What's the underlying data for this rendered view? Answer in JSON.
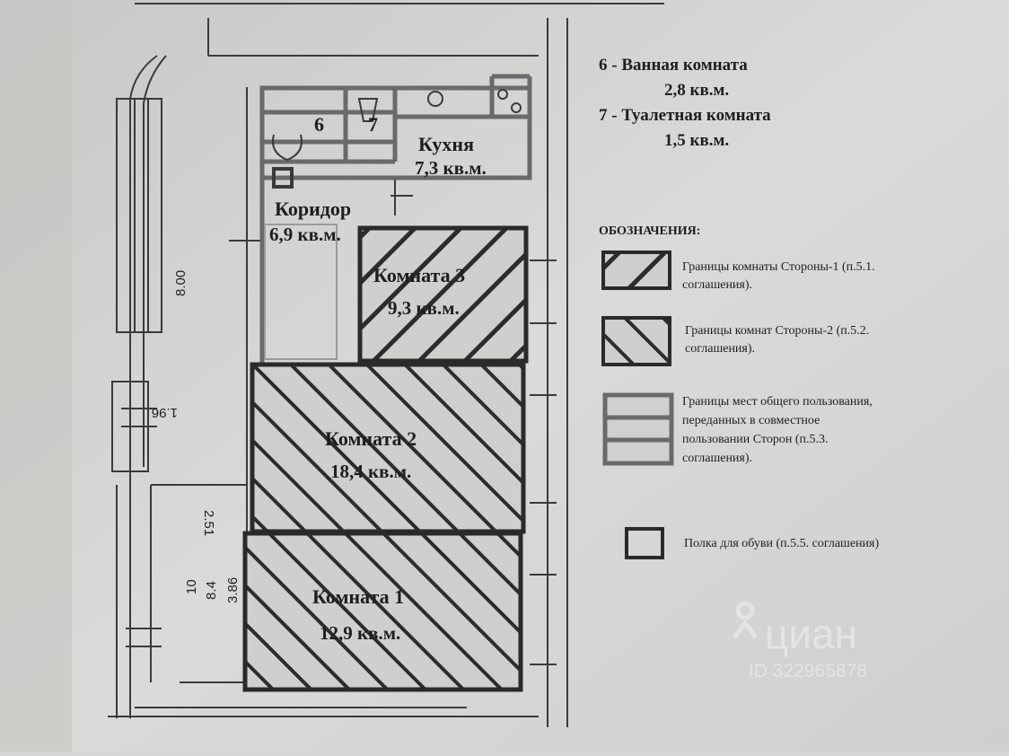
{
  "side_notes": {
    "bath": "6 - Ванная комната",
    "bath_area": "2,8 кв.м.",
    "toilet": "7 - Туалетная комната",
    "toilet_area": "1,5 кв.м."
  },
  "rooms": {
    "bath_num": "6",
    "toilet_num": "7",
    "kitchen": "Кухня",
    "kitchen_area": "7,3 кв.м.",
    "corridor": "Коридор",
    "corridor_area": "6,9 кв.м.",
    "room3": "Комната 3",
    "room3_area": "9,3 кв.м.",
    "room2": "Комната 2",
    "room2_area": "18,4 кв.м.",
    "room1": "Комната 1",
    "room1_area": "12,9 кв.м."
  },
  "dimensions": {
    "d1": "8.00",
    "d2": "1.96",
    "d3": "2.51",
    "d4": "3.86",
    "d5": "8.4",
    "d6": "10"
  },
  "legend": {
    "title": "ОБОЗНАЧЕНИЯ:",
    "items": [
      {
        "line1": "Границы комнаты Стороны-1 (п.5.1.",
        "line2": "соглашения)."
      },
      {
        "line1": "Границы комнат Стороны-2 (п.5.2.",
        "line2": "соглашения)."
      },
      {
        "line1": "Границы мест общего пользования,",
        "line2": "переданных в совместное",
        "line3": "пользовании Сторон (п.5.3.",
        "line4": "соглашения)."
      },
      {
        "line1": "Полка для обуви (п.5.5.  соглашения)"
      }
    ]
  },
  "watermark": {
    "brand": "циан",
    "id": "ID 322965878"
  },
  "colors": {
    "paper": "#d6d6d4",
    "ink": "#2a2a2a",
    "common": "#6a6a6a"
  }
}
